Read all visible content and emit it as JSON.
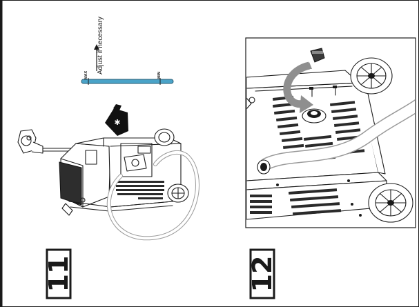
{
  "steps": [
    {
      "number": "11",
      "caption": "Adjust if necessary",
      "gauge_max": "MAX",
      "gauge_min": "MIN"
    },
    {
      "number": "12"
    }
  ],
  "colors": {
    "hose_outline": "#9a9a9a",
    "gauge_bar": "#4aa3c8",
    "frame": "#1a1a1a"
  }
}
